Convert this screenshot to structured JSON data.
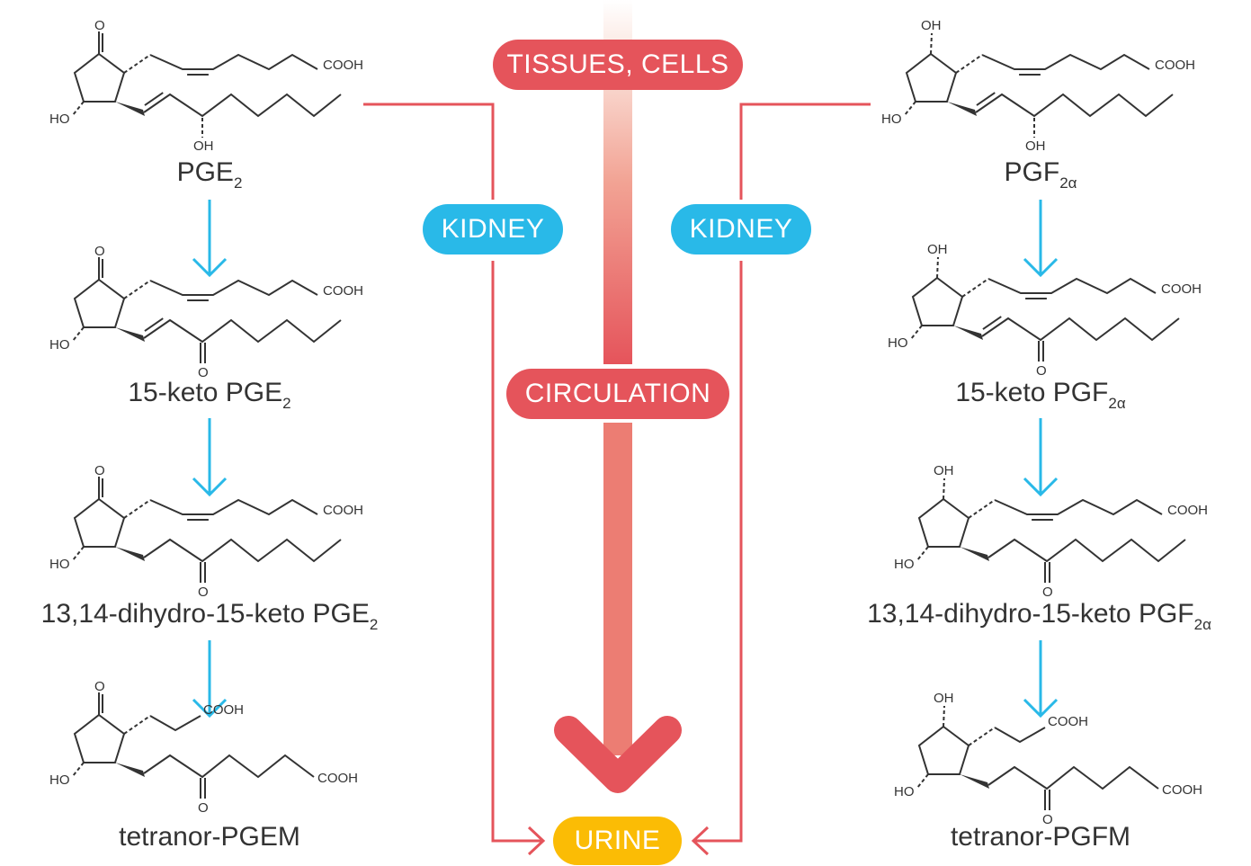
{
  "center": {
    "tissues": "TISSUES, CELLS",
    "circulation": "CIRCULATION",
    "urine": "URINE",
    "kidney_left": "KIDNEY",
    "kidney_right": "KIDNEY"
  },
  "labels": {
    "oxo": "O",
    "hydroxy": "OH",
    "hydroxy_left": "HO",
    "acid": "COOH"
  },
  "left": {
    "compounds": [
      {
        "name": "PGE",
        "sub": "2"
      },
      {
        "name": "15-keto PGE",
        "sub": "2"
      },
      {
        "name": "13,14-dihydro-15-keto PGE",
        "sub": "2"
      },
      {
        "name": "tetranor-PGEM",
        "sub": ""
      }
    ]
  },
  "right": {
    "compounds": [
      {
        "name": "PGF",
        "sub": "2α"
      },
      {
        "name": "15-keto PGF",
        "sub": "2α"
      },
      {
        "name": "13,14-dihydro-15-keto PGF",
        "sub": "2α"
      },
      {
        "name": "tetranor-PGFM",
        "sub": ""
      }
    ]
  },
  "colors": {
    "red": "#e5545b",
    "blue": "#29b9e8",
    "yellow": "#fbbc05",
    "line": "#e5545b",
    "text": "#333333"
  }
}
